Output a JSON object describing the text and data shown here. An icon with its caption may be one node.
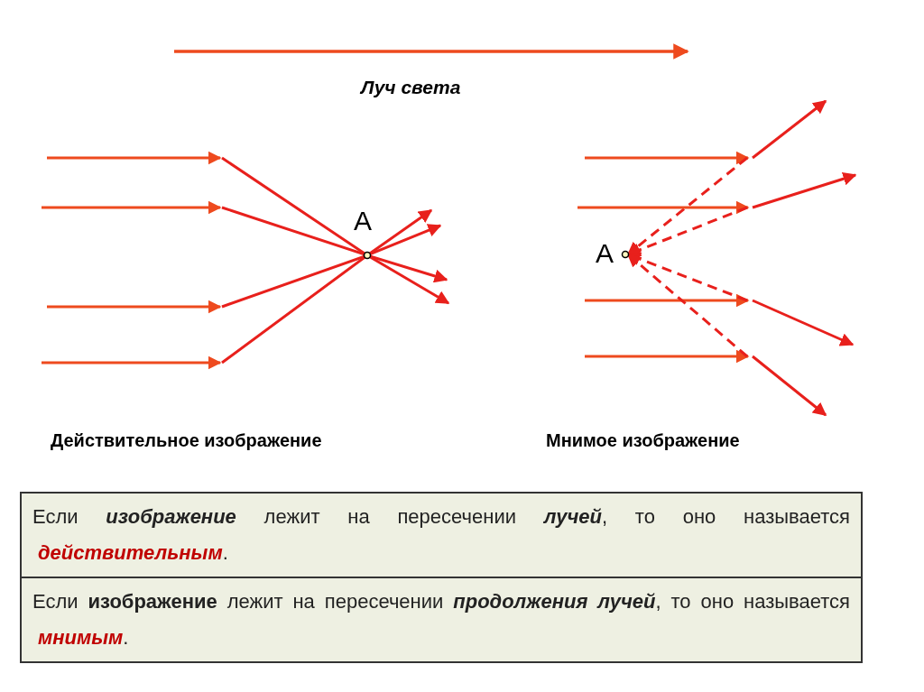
{
  "diagram": {
    "nodes": [
      {
        "text": [
          "Если *изображение* лежит на пересечении *лучей*, то оно называется **действительным**."
        ]
      },
      {
        "text": [
          "Если **изображение** лежит на пересечении *продолжения лучей*, то оно называется **мнимым**."
        ]
      }
    ],
    "labels": [
      "Луч света",
      "А",
      "А",
      "Действительное изображение",
      "Мнимое изображение"
    ]
  }
}
